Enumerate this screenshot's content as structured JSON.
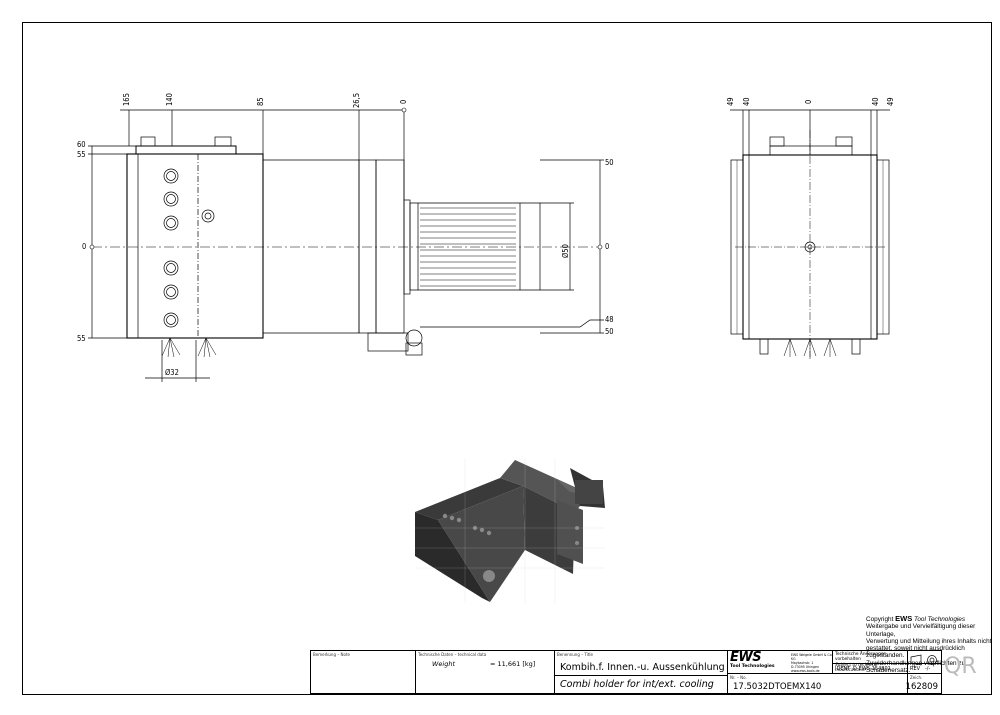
{
  "front_view": {
    "top_dims": [
      "165",
      "140",
      "85",
      "26,5",
      "0"
    ],
    "left_dims": [
      "60",
      "55",
      "0",
      "55"
    ],
    "right_dims": [
      "50",
      "0",
      "48",
      "50"
    ],
    "diameter_bore": "Ø50",
    "diameter_bottom": "Ø32"
  },
  "side_view": {
    "top_dims": [
      "49",
      "40",
      "0",
      "40",
      "49"
    ]
  },
  "copyright": {
    "prefix": "Copyright",
    "brand": "EWS",
    "suffix": "Tool Technologies",
    "lines": [
      "Weitergabe und Vervielfältigung dieser Unterlage,",
      "Verwertung und Mitteilung ihres Inhalts nicht",
      "gestattet, soweit nicht ausdrücklich zugestanden.",
      "Zuwiderhandlungen verpflichten zu Schadenersatz."
    ]
  },
  "title_block": {
    "remark_label": "Bemerkung – Note",
    "tech_label": "Technische Daten – technical data",
    "weight_label": "Weight",
    "weight_value": "= 11,661 [kg]",
    "designation_label": "Benennung – Title",
    "title_de": "Kombih.f. Innen.-u. Aussenkühlung",
    "title_en": "Combi holder for int/ext. cooling",
    "logo_text": "EWS",
    "logo_sub": "Tool Technologies",
    "company_lines": [
      "EWS Weigele GmbH & Co. KG",
      "Maybachstr. 1",
      "D-73095 Uhingen",
      "www.ews-tools.de"
    ],
    "change_de": "Technische Änderungen vorbehalten",
    "change_en": "Subject to technical modifications!",
    "ident_label": "IDENT",
    "ident_value": "D-EWS-154801",
    "rev_label": "REV",
    "rev_value": "-/-",
    "nr_label": "Nr. – No.",
    "part_number": "17.5032DTOEMX140",
    "draw_label": "Zeich.",
    "drawing_number": "162809",
    "qr_text": "QR"
  }
}
